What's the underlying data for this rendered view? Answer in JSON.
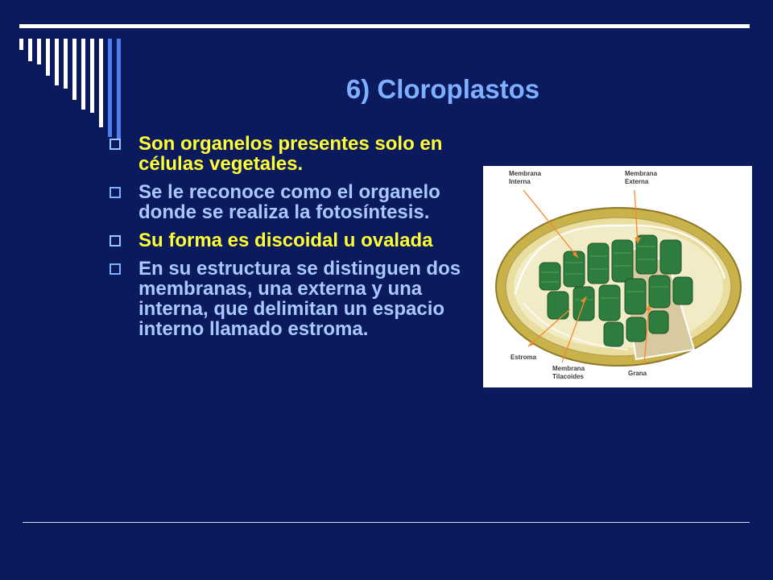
{
  "slide": {
    "title": "6) Cloroplastos",
    "bullets": [
      {
        "text": "Son organelos presentes solo en células vegetales.",
        "color": "#ffff33"
      },
      {
        "text": "Se le reconoce como el organelo donde se realiza la fotosíntesis.",
        "color": "#a8c8ff"
      },
      {
        "text": "Su forma es discoidal u ovalada",
        "color": "#ffff33"
      },
      {
        "text": "En su  estructura se distinguen dos membranas, una externa y una interna, que delimitan un espacio interno llamado estroma.",
        "color": "#a8c8ff"
      }
    ]
  },
  "figure": {
    "labels": {
      "membrana_interna_1": "Membrana",
      "membrana_interna_2": "Interna",
      "membrana_externa_1": "Membrana",
      "membrana_externa_2": "Externa",
      "estroma": "Estroma",
      "membrana_tilacoides_1": "Membrana",
      "membrana_tilacoides_2": "Tilacoides",
      "grana": "Grana"
    }
  },
  "colors": {
    "background": "#0a1a5c",
    "title": "#7fb0ff",
    "accent_yellow": "#ffff33",
    "accent_blue": "#a8c8ff",
    "chloroplast_green": "#2e7d3e",
    "arrow_orange": "#f08c2a"
  }
}
